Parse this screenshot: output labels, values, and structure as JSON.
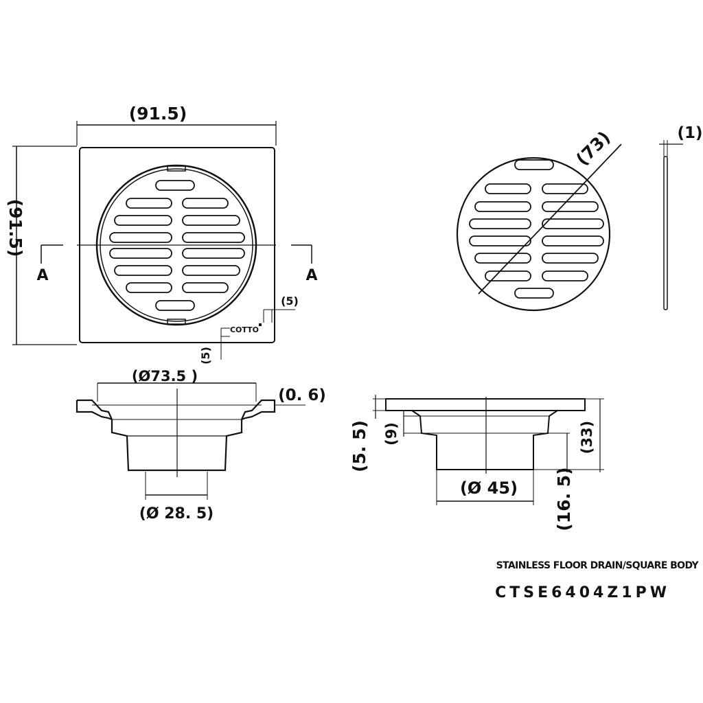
{
  "top_view": {
    "width_dim": "(91.5)",
    "height_dim": "(91.5)",
    "section_left": "A",
    "section_right": "A",
    "logo_dim_right": "(5)",
    "logo_dim_bottom": "(5)",
    "logo": "COTTO"
  },
  "grate_view": {
    "diameter_dim": "(73)",
    "thickness_dim": "(1)"
  },
  "side_view": {
    "top_diameter_dim": "(Ø73.5 )",
    "flange_dim": "(0. 6)",
    "outlet_diameter_dim": "(Ø 28. 5)"
  },
  "section_view": {
    "flange_height_dim": "(5. 5)",
    "step_dim": "(9)",
    "total_height_dim": "(33)",
    "body_diameter_dim": "(Ø 45)",
    "outlet_height_dim": "(16. 5)"
  },
  "title_block": {
    "product_name": "STAINLESS FLOOR DRAIN/SQUARE BODY",
    "model_code": "CTSE6404Z1PW"
  }
}
